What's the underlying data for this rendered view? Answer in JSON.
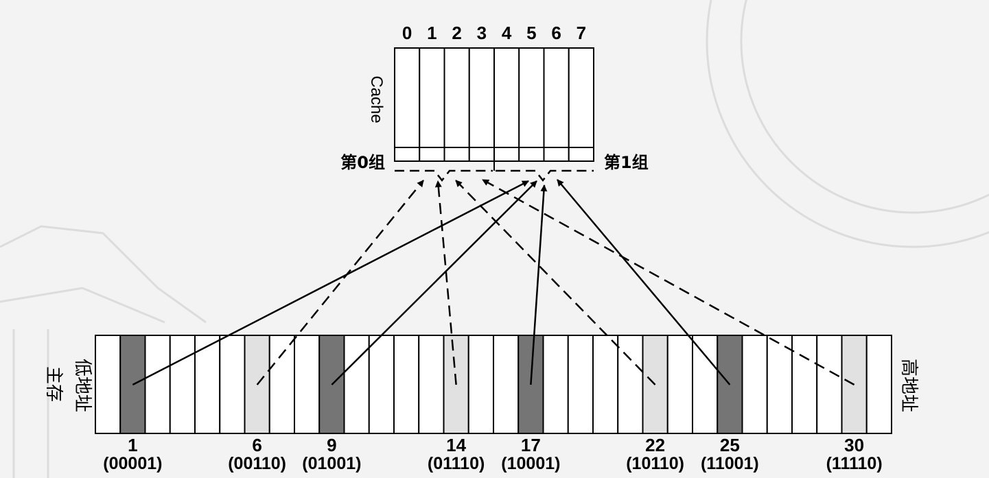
{
  "cache": {
    "label": "Cache",
    "line_numbers": [
      "0",
      "1",
      "2",
      "3",
      "4",
      "5",
      "6",
      "7"
    ],
    "groups": [
      "第0组",
      "第1组"
    ]
  },
  "memory": {
    "label": "主存",
    "low_label": "低地址",
    "high_label": "高地址",
    "block_count": 32,
    "highlighted_blocks": [
      {
        "block": 1,
        "binary": "(00001)",
        "group": "第1组",
        "shade": "dark",
        "style": "solid"
      },
      {
        "block": 6,
        "binary": "(00110)",
        "group": "第0组",
        "shade": "light",
        "style": "dashed"
      },
      {
        "block": 9,
        "binary": "(01001)",
        "group": "第1组",
        "shade": "dark",
        "style": "solid"
      },
      {
        "block": 14,
        "binary": "(01110)",
        "group": "第0组",
        "shade": "light",
        "style": "dashed"
      },
      {
        "block": 17,
        "binary": "(10001)",
        "group": "第1组",
        "shade": "dark",
        "style": "solid"
      },
      {
        "block": 22,
        "binary": "(10110)",
        "group": "第0组",
        "shade": "light",
        "style": "dashed"
      },
      {
        "block": 25,
        "binary": "(11001)",
        "group": "第1组",
        "shade": "dark",
        "style": "solid"
      },
      {
        "block": 30,
        "binary": "(11110)",
        "group": "第0组",
        "shade": "light",
        "style": "dashed"
      }
    ]
  },
  "colors": {
    "dark_block": "#757575",
    "light_block": "#e1e1e1",
    "cell": "#ffffff",
    "stroke": "#000000"
  }
}
